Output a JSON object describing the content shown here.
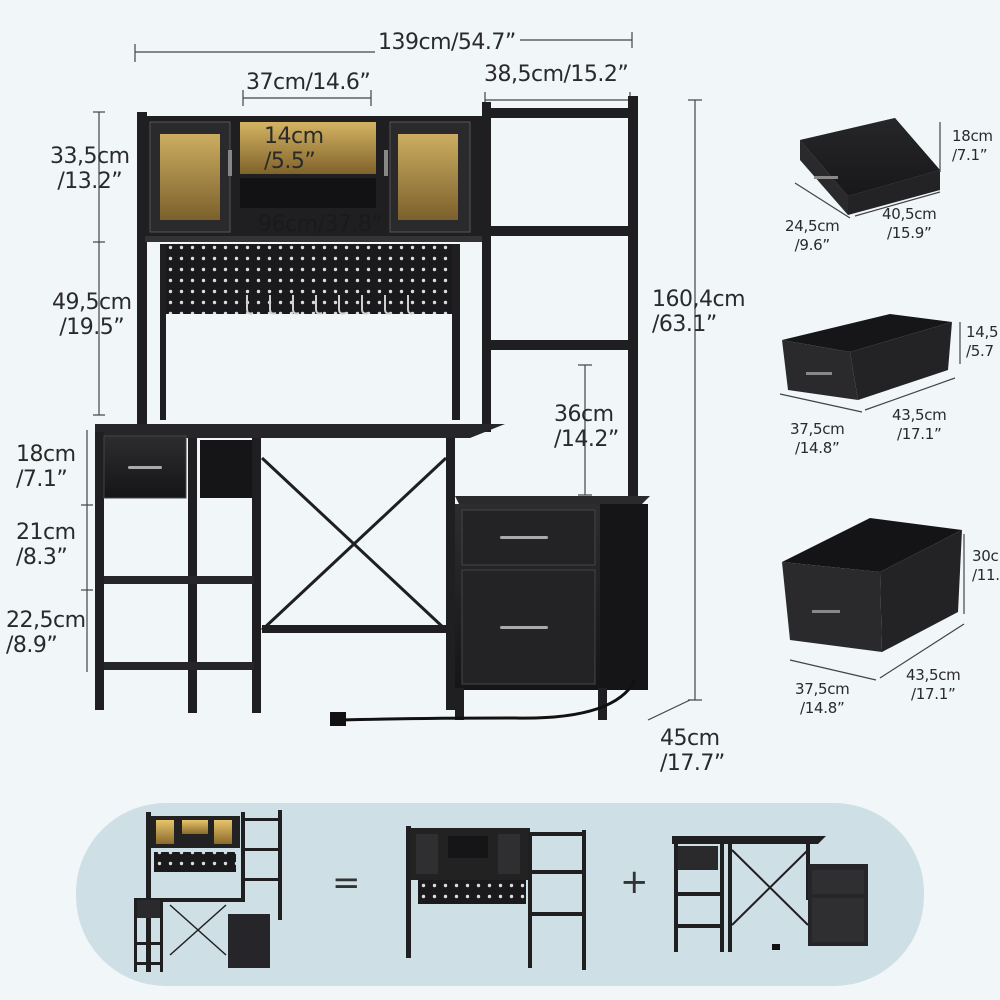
{
  "dimensions": {
    "total_width": {
      "cm": "139cm",
      "in": "/54.7”",
      "text": "139cm/54.7”"
    },
    "cabinet_width": {
      "text": "37cm/14.6”"
    },
    "tower_width": {
      "text": "38,5cm/15.2”"
    },
    "cabinet_niche_height": {
      "cm": "14cm",
      "in": "/5.5”"
    },
    "hutch_width": {
      "text": "96cm/37.8”"
    },
    "hutch_height": {
      "cm": "33,5cm",
      "in": "/13.2”"
    },
    "pegboard_height": {
      "cm": "49,5cm",
      "in": "/19.5”"
    },
    "total_height": {
      "cm": "160,4cm",
      "in": "/63.1”"
    },
    "tower_shelf_gap": {
      "cm": "36cm",
      "in": "/14.2”"
    },
    "drawer_height": {
      "cm": "18cm",
      "in": "/7.1”"
    },
    "shelf_mid_height": {
      "cm": "21cm",
      "in": "/8.3”"
    },
    "shelf_low_height": {
      "cm": "22,5cm",
      "in": "/8.9”"
    },
    "depth": {
      "cm": "45cm",
      "in": "/17.7”"
    }
  },
  "drawers": [
    {
      "height": {
        "cm": "18cm",
        "in": "/7.1”"
      },
      "depth": {
        "cm": "24,5cm",
        "in": "/9.6”"
      },
      "width": {
        "cm": "40,5cm",
        "in": "/15.9”"
      }
    },
    {
      "height": {
        "cm": "14,5",
        "in": "/5.7"
      },
      "depth": {
        "cm": "37,5cm",
        "in": "/14.8”"
      },
      "width": {
        "cm": "43,5cm",
        "in": "/17.1”"
      }
    },
    {
      "height": {
        "cm": "30c",
        "in": "/11."
      },
      "depth": {
        "cm": "37,5cm",
        "in": "/14.8”"
      },
      "width": {
        "cm": "43,5cm",
        "in": "/17.1”"
      }
    }
  ],
  "equation": {
    "equals": "=",
    "plus": "+"
  },
  "colors": {
    "background": "#f1f6f8",
    "panel": "#cfdfe6",
    "furniture": "#1f1f21",
    "glow": "#e8c46a"
  }
}
